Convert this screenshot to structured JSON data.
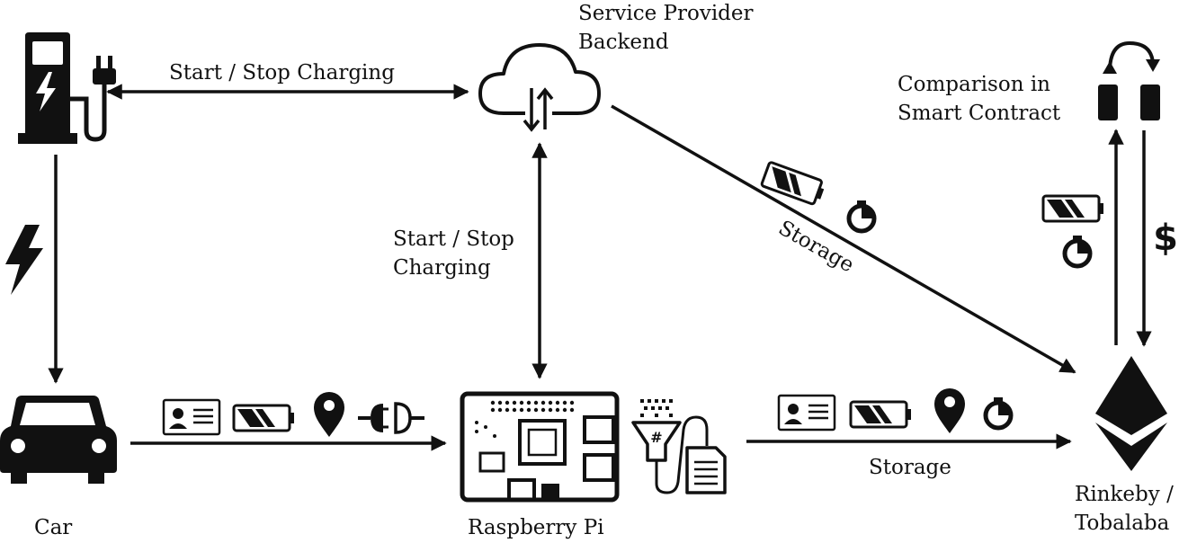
{
  "nodes": {
    "charger": {
      "icon": "ev-charger-icon"
    },
    "car": {
      "label": "Car",
      "icon": "car-icon"
    },
    "backend": {
      "label_line1": "Service Provider",
      "label_line2": "Backend",
      "icon": "cloud-sync-icon"
    },
    "pi": {
      "label": "Raspberry Pi",
      "icon": "circuit-board-icon"
    },
    "blockchain": {
      "label_line1": "Rinkeby /",
      "label_line2": "Tobalaba",
      "icon": "ethereum-icon"
    },
    "contract": {
      "label_line1": "Comparison in",
      "label_line2": "Smart Contract",
      "icon": "compare-swap-icon"
    }
  },
  "edges": {
    "charger_backend": {
      "label": "Start / Stop Charging"
    },
    "backend_pi": {
      "label_line1": "Start / Stop",
      "label_line2": "Charging"
    },
    "backend_chain": {
      "label": "Storage"
    },
    "pi_chain": {
      "label": "Storage"
    },
    "contract_payment": {
      "symbol": "$"
    }
  },
  "colors": {
    "ink": "#111111",
    "background": "#ffffff"
  }
}
